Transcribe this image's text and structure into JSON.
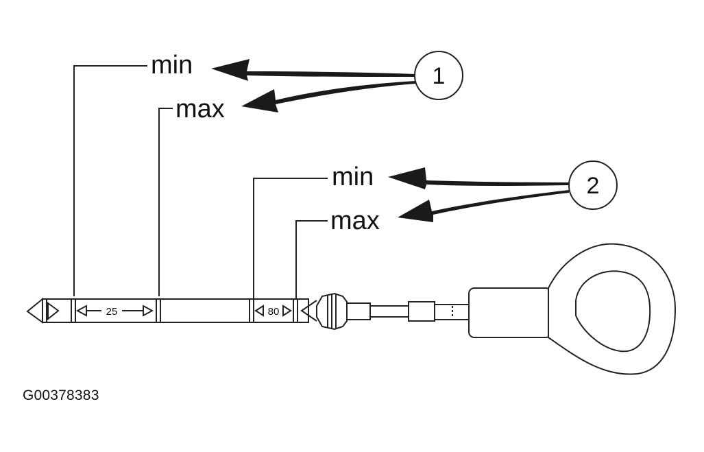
{
  "labels": {
    "min_1": "min",
    "max_1": "max",
    "min_2": "min",
    "max_2": "max"
  },
  "callouts": {
    "c1": "1",
    "c2": "2"
  },
  "markings": {
    "range_1": "25",
    "range_2": "80"
  },
  "figure_id": "G00378383",
  "colors": {
    "ink": "#111111",
    "arrow": "#1a1a1a",
    "background": "#ffffff"
  }
}
